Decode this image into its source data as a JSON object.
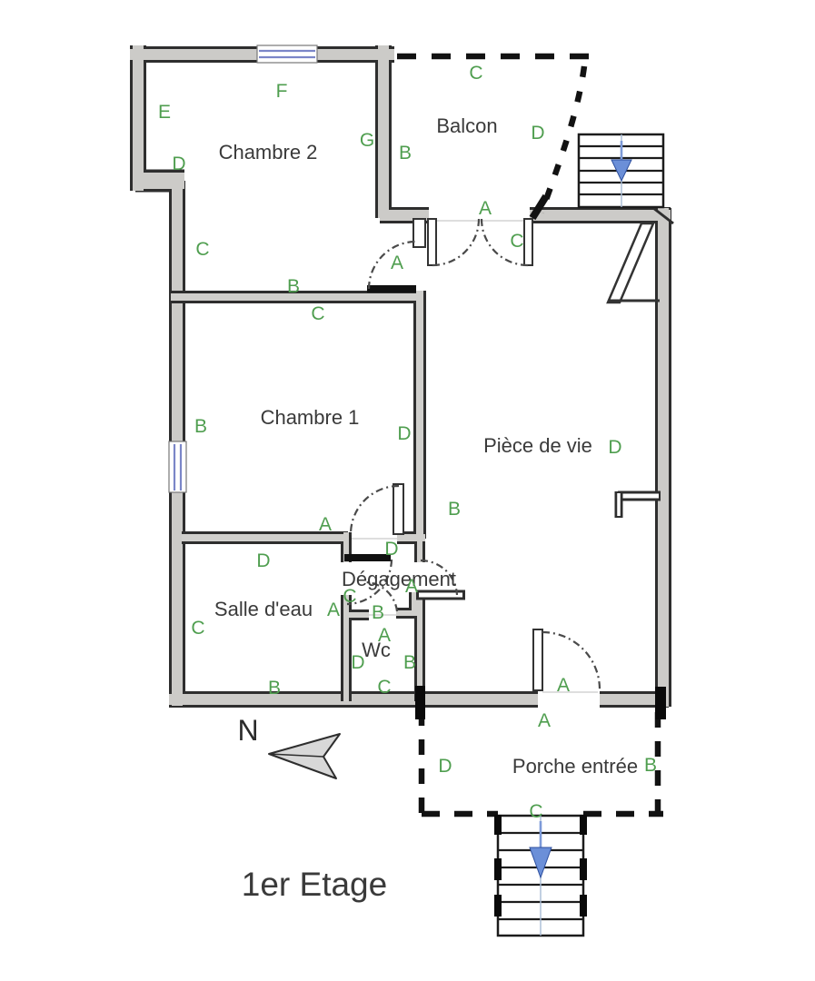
{
  "floor_title": "1er Etage",
  "compass": {
    "label": "N",
    "icon": "north-arrow-icon"
  },
  "rooms": [
    {
      "name": "Chambre 2"
    },
    {
      "name": "Balcon"
    },
    {
      "name": "Chambre 1"
    },
    {
      "name": "Pièce de vie"
    },
    {
      "name": "Dégagement"
    },
    {
      "name": "Salle d'eau"
    },
    {
      "name": "Wc"
    },
    {
      "name": "Porche entrée"
    }
  ],
  "markers": [
    {
      "char": "E"
    },
    {
      "char": "F"
    },
    {
      "char": "D"
    },
    {
      "char": "C"
    },
    {
      "char": "B"
    },
    {
      "char": "G"
    },
    {
      "char": "B"
    },
    {
      "char": "C"
    },
    {
      "char": "A"
    },
    {
      "char": "C"
    },
    {
      "char": "D"
    },
    {
      "char": "A"
    },
    {
      "char": "C"
    },
    {
      "char": "B"
    },
    {
      "char": "D"
    },
    {
      "char": "A"
    },
    {
      "char": "D"
    },
    {
      "char": "B"
    },
    {
      "char": "D"
    },
    {
      "char": "C"
    },
    {
      "char": "A"
    },
    {
      "char": "B"
    },
    {
      "char": "A"
    },
    {
      "char": "A"
    },
    {
      "char": "D"
    },
    {
      "char": "B"
    },
    {
      "char": "C"
    },
    {
      "char": "D"
    },
    {
      "char": "C"
    },
    {
      "char": "B"
    },
    {
      "char": "A"
    },
    {
      "char": "A"
    },
    {
      "char": "D"
    },
    {
      "char": "B"
    },
    {
      "char": "C"
    }
  ],
  "stairs": [
    {
      "location": "balcon",
      "direction_icon": "stairs-down-arrow-icon"
    },
    {
      "location": "porche",
      "direction_icon": "stairs-down-arrow-icon"
    }
  ],
  "colors": {
    "wall_fill": "#cccbc8",
    "wall_outline": "#2e2e2e",
    "marker_green": "#4f9e4f",
    "room_text": "#3a3a3a",
    "stair_arrow_blue": "#6b8fd8",
    "window_blue": "#7b86c8",
    "boundary_dash_black": "#121212"
  }
}
